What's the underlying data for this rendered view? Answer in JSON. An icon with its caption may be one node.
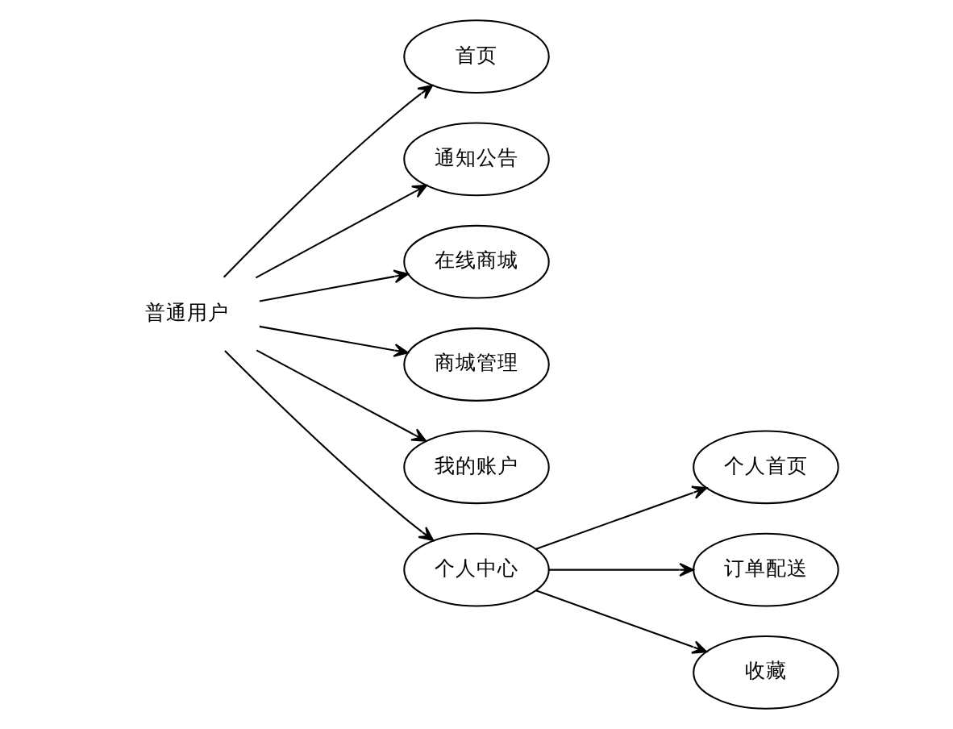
{
  "diagram": {
    "nodes": [
      {
        "text": [
          "普通用户"
        ]
      },
      {
        "text": [
          "首页"
        ]
      },
      {
        "text": [
          "通知公告"
        ]
      },
      {
        "text": [
          "在线商城"
        ]
      },
      {
        "text": [
          "商城管理"
        ]
      },
      {
        "text": [
          "我的账户"
        ]
      },
      {
        "text": [
          "个人中心"
        ]
      },
      {
        "text": [
          "个人首页"
        ]
      },
      {
        "text": [
          "订单配送"
        ]
      },
      {
        "text": [
          "收藏"
        ]
      }
    ],
    "edges": [
      {
        "from": 0,
        "to": 1,
        "arrow": "to"
      },
      {
        "from": 0,
        "to": 2,
        "arrow": "to"
      },
      {
        "from": 0,
        "to": 3,
        "arrow": "to"
      },
      {
        "from": 0,
        "to": 4,
        "arrow": "to"
      },
      {
        "from": 0,
        "to": 5,
        "arrow": "to"
      },
      {
        "from": 0,
        "to": 6,
        "arrow": "to"
      },
      {
        "from": 6,
        "to": 7,
        "arrow": "to"
      },
      {
        "from": 6,
        "to": 8,
        "arrow": "to"
      },
      {
        "from": 6,
        "to": 9,
        "arrow": "to"
      }
    ]
  }
}
